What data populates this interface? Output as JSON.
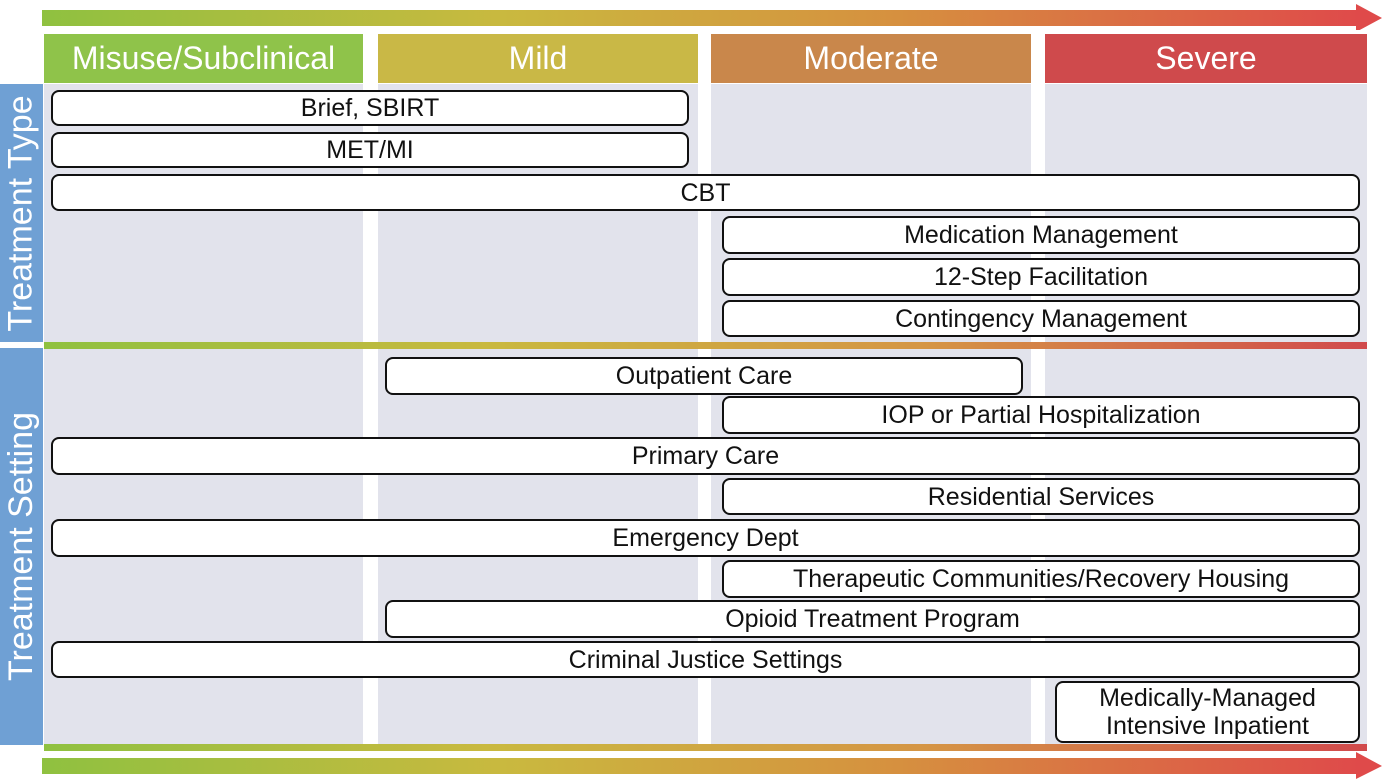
{
  "columns": [
    {
      "label": "Misuse/Subclinical",
      "color": "#8fc34a"
    },
    {
      "label": "Mild",
      "color": "#c9b846"
    },
    {
      "label": "Moderate",
      "color": "#c9874b"
    },
    {
      "label": "Severe",
      "color": "#cf4a4c"
    }
  ],
  "sections": {
    "type": "Treatment Type",
    "setting": "Treatment Setting"
  },
  "treatment_type": [
    {
      "label": "Brief, SBIRT"
    },
    {
      "label": "MET/MI"
    },
    {
      "label": "CBT"
    },
    {
      "label": "Medication Management"
    },
    {
      "label": "12-Step Facilitation"
    },
    {
      "label": "Contingency Management"
    }
  ],
  "treatment_setting": [
    {
      "label": "Outpatient Care"
    },
    {
      "label": "IOP or Partial Hospitalization"
    },
    {
      "label": "Primary Care"
    },
    {
      "label": "Residential Services"
    },
    {
      "label": "Emergency Dept"
    },
    {
      "label": "Therapeutic Communities/Recovery Housing"
    },
    {
      "label": "Opioid Treatment Program"
    },
    {
      "label": "Criminal Justice Settings"
    },
    {
      "label": "Medically-Managed\nIntensive Inpatient"
    }
  ]
}
